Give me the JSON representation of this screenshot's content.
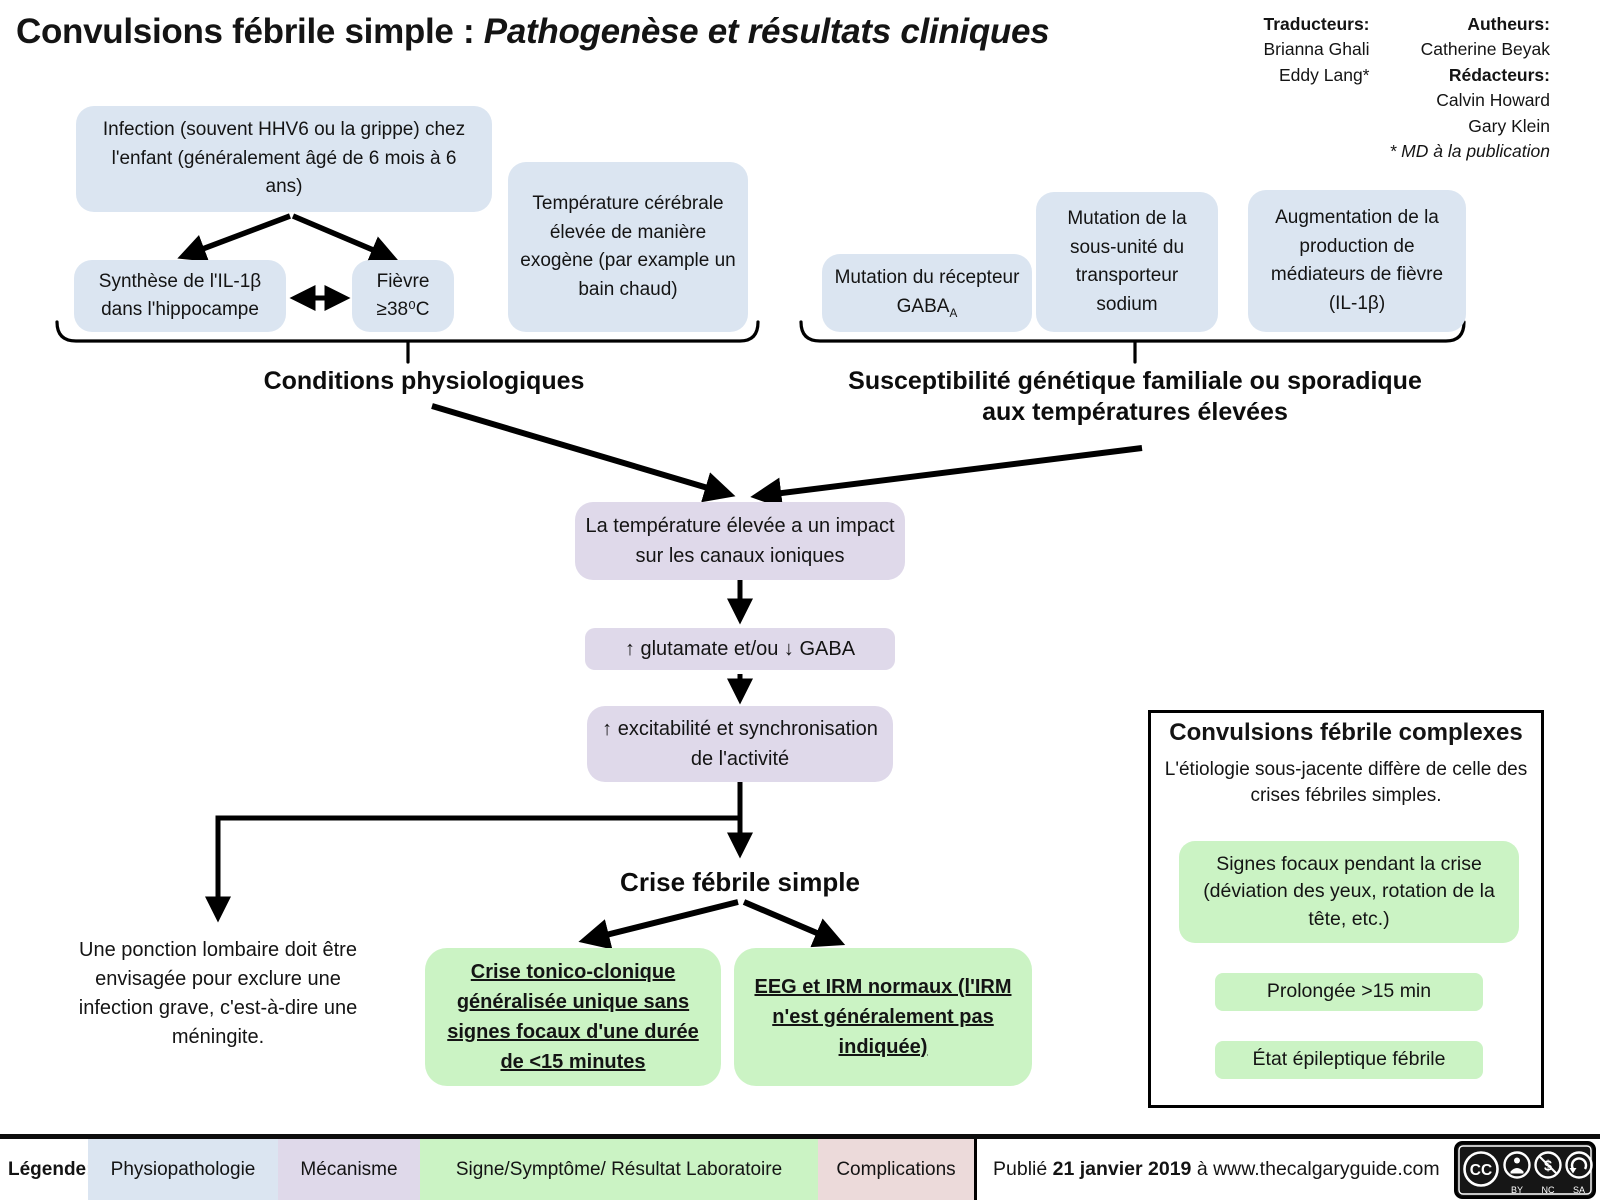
{
  "title": {
    "main": "Convulsions fébrile simple : ",
    "italic": "Pathogenèse et résultats cliniques"
  },
  "credits": {
    "translators_heading": "Traducteurs:",
    "translator1": "Brianna Ghali",
    "translator2": "Eddy Lang*",
    "authors_heading": "Autheurs:",
    "author1": "Catherine Beyak",
    "editors_heading": "Rédacteurs:",
    "editor1": "Calvin Howard",
    "editor2": "Gary Klein",
    "note": "* MD à la publication"
  },
  "physiology": {
    "infection": "Infection (souvent HHV6 ou la grippe) chez l'enfant (généralement âgé de 6 mois à 6 ans)",
    "synthese": "Synthèse de l'IL-1β dans l'hippocampe",
    "fievre": "Fièvre ≥38⁰C",
    "temp_exogene": "Température cérébrale élevée de manière exogène (par example un bain chaud)",
    "label": "Conditions physiologiques"
  },
  "genetics": {
    "gaba_prefix": "Mutation du récepteur GABA",
    "gaba_sub": "A",
    "sodium": "Mutation de la sous-unité du transporteur sodium",
    "augmentation": "Augmentation de la production de médiateurs de fièvre (IL-1β)",
    "label_line1": "Susceptibilité génétique familiale ou sporadique",
    "label_line2": "aux températures élevées"
  },
  "mechanism": {
    "temp_impact": "La température élevée a un impact sur les canaux ioniques",
    "glutamate": "↑ glutamate et/ou ↓ GABA",
    "excitabilite": "↑ excitabilité et synchronisation de l'activité"
  },
  "outcome": {
    "heading": "Crise fébrile simple",
    "ponction_note": "Une ponction lombaire doit être envisagée pour exclure une infection grave, c'est-à-dire une méningite.",
    "tonico": "Crise tonico-clonique généralisée unique sans signes focaux d'une durée de <15 minutes",
    "eeg": "EEG et IRM normaux (l'IRM n'est généralement pas indiquée)"
  },
  "complex_panel": {
    "title": "Convulsions fébrile complexes",
    "subtitle": "L'étiologie sous-jacente diffère de celle des crises fébriles simples.",
    "items": [
      "Signes focaux pendant la crise (déviation des yeux, rotation de la tête, etc.)",
      "Prolongée >15 min",
      "État épileptique fébrile"
    ]
  },
  "legend": {
    "label": "Légende:",
    "items": [
      {
        "label": "Physiopathologie",
        "color": "#dbe5f1"
      },
      {
        "label": "Mécanisme",
        "color": "#dfd9ea"
      },
      {
        "label": "Signe/Symptôme/ Résultat Laboratoire",
        "color": "#cbf3c4"
      },
      {
        "label": "Complications",
        "color": "#ecdada"
      }
    ],
    "published": {
      "prefix": "Publié ",
      "date": "21 janvier 2019",
      "suffix": " à www.thecalgaryguide.com"
    },
    "cc": {
      "cc": "CC",
      "by": "BY",
      "nc": "NC",
      "sa": "SA"
    }
  },
  "colors": {
    "physiopathology": "#dbe5f1",
    "mechanism": "#dfd9ea",
    "sign_symptom": "#cbf3c4",
    "complications": "#ecdada",
    "arrow": "#000000"
  }
}
